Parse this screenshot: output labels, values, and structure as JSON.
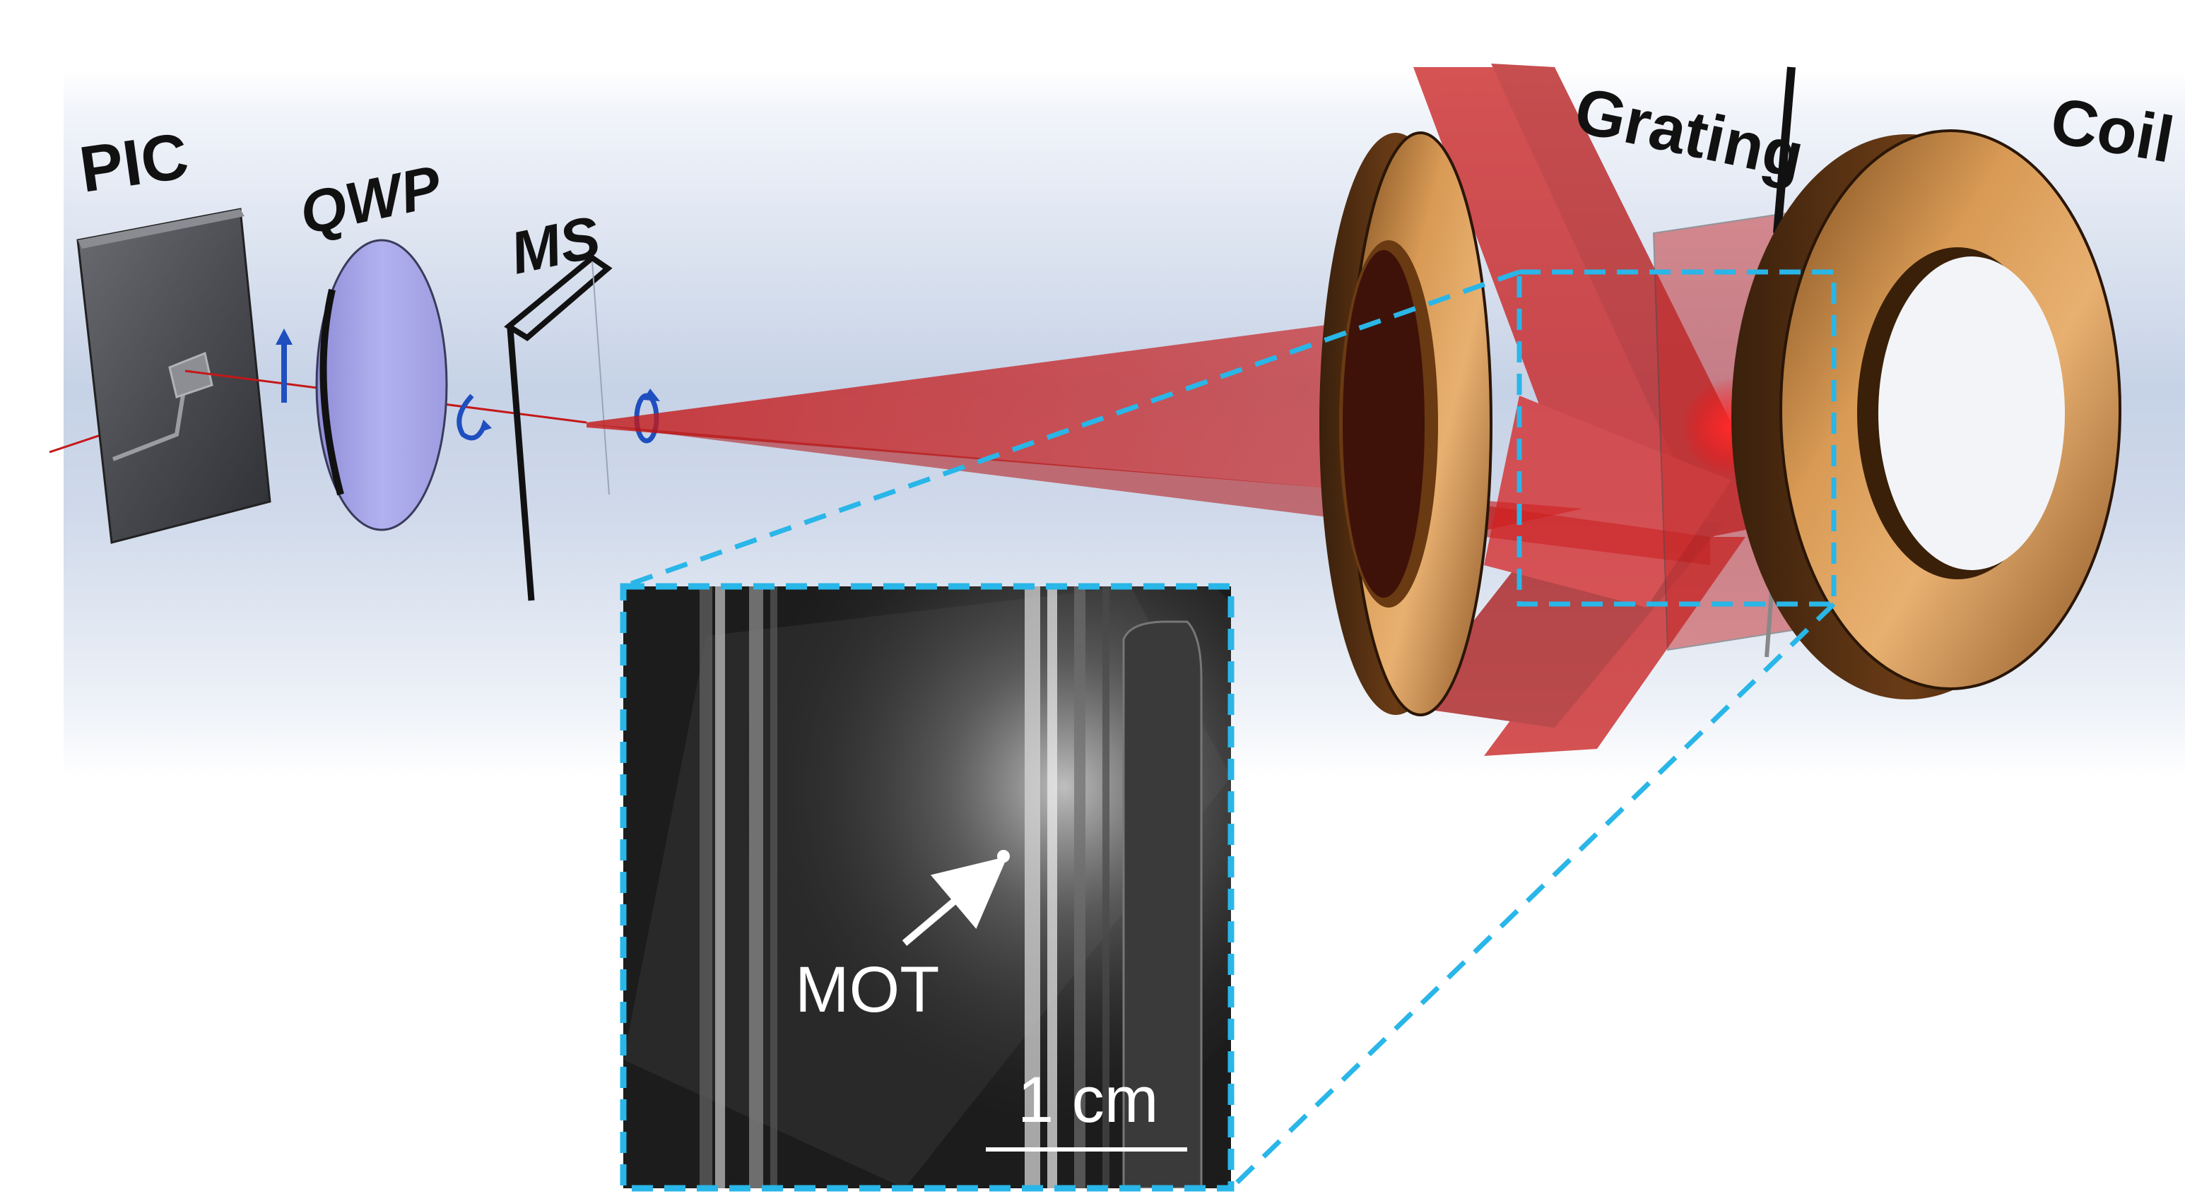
{
  "labels": {
    "pic": "PIC",
    "qwp": "QWP",
    "ms": "MS",
    "grating": "Grating",
    "coil": "Coil"
  },
  "inset": {
    "mot_label": "MOT",
    "scale_bar_label": "1 cm"
  },
  "colors": {
    "beam_red": "#c41818",
    "inset_border": "#29b6e8",
    "coil_copper": "#c98a45",
    "polarization_arrow": "#1f4fbf",
    "qwp_fill": "#a3a2e6"
  },
  "icons": [
    "linear-polarization-arrow-icon",
    "circular-polarization-arrow-icon",
    "circular-polarization-arrow-icon"
  ]
}
